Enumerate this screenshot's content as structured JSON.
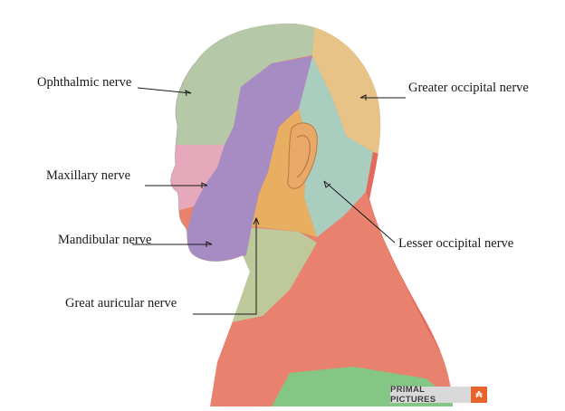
{
  "labels": {
    "ophthalmic": "Ophthalmic nerve",
    "maxillary": "Maxillary nerve",
    "mandibular": "Mandibular nerve",
    "great_auricular": "Great auricular nerve",
    "greater_occipital": "Greater occipital  nerve",
    "lesser_occipital": "Lesser occipital nerve"
  },
  "logo": {
    "text": "PRIMAL PICTURES",
    "mark_icon": "primal-pictures-mark-icon"
  },
  "colors": {
    "ophthalmic": "#b5c8a8",
    "maxillary": "#e6a9bb",
    "mandibular": "#a78cc4",
    "great_auricular": "#e8ae62",
    "greater_occipital": "#e7c388",
    "lesser_occipital": "#a9cec0",
    "cervical": "#e8826f",
    "cervical_lower": "#84c784",
    "logo_accent": "#e8622c"
  }
}
